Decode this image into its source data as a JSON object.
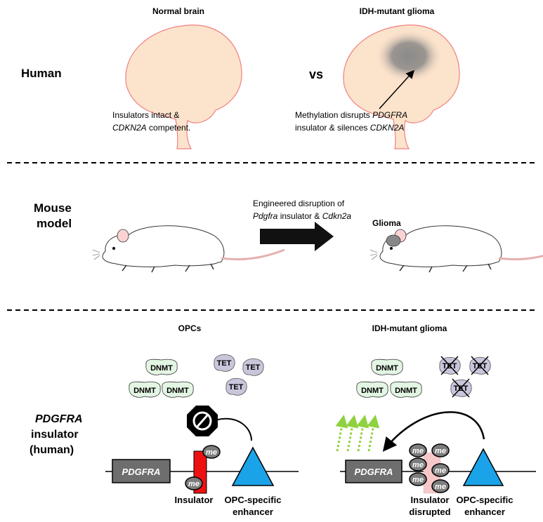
{
  "human": {
    "row_label": "Human",
    "normal_title": "Normal brain",
    "glioma_title": "IDH-mutant glioma",
    "vs": "vs",
    "normal_caption_1": "Insulators intact &",
    "normal_caption_2_italic": "CDKN2A",
    "normal_caption_2_rest": " competent.",
    "glioma_caption_1_a": "Methylation disrupts ",
    "glioma_caption_1_italic": "PDGFRA",
    "glioma_caption_2_a": "insulator & silences ",
    "glioma_caption_2_italic": "CDKN2A"
  },
  "mouse": {
    "row_label_1": "Mouse",
    "row_label_2": "model",
    "arrow_text_1": "Engineered disruption of",
    "arrow_text_2_italic_a": "Pdgfra",
    "arrow_text_2_mid": " insulator & ",
    "arrow_text_2_italic_b": "Cdkn2a",
    "glioma_label": "Glioma"
  },
  "insulator": {
    "row_label_1_italic": "PDGFRA",
    "row_label_2": "insulator",
    "row_label_3": "(human)",
    "opc_title": "OPCs",
    "glioma_title": "IDH-mutant glioma",
    "dnmt": "DNMT",
    "tet": "TET",
    "gene": "PDGFRA",
    "me": "me",
    "insulator_label": "Insulator",
    "disrupted_label_1": "Insulator",
    "disrupted_label_2": "disrupted",
    "enhancer_label_1": "OPC-specific",
    "enhancer_label_2": "enhancer"
  },
  "colors": {
    "brain_fill": "#fce3cc",
    "brain_outline": "#f08080",
    "insulator": "#ee1111",
    "insulator_disrupted": "#f8c8c8",
    "enhancer": "#1aa3e8",
    "gene_box": "#6e6e6e",
    "dnmt_fill": "#e3f5e3",
    "tet_fill": "#c9c6dc",
    "activation_arrows": "#8fd13f"
  }
}
